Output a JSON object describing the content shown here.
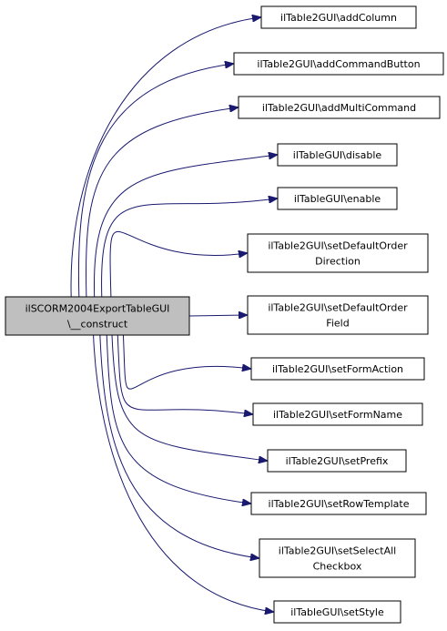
{
  "source": {
    "lines": [
      "ilSCORM2004ExportTableGUI",
      "\\__construct"
    ]
  },
  "targets": [
    {
      "id": "addColumn",
      "lines": [
        "ilTable2GUI\\addColumn"
      ]
    },
    {
      "id": "addCommandButton",
      "lines": [
        "ilTable2GUI\\addCommandButton"
      ]
    },
    {
      "id": "addMultiCommand",
      "lines": [
        "ilTable2GUI\\addMultiCommand"
      ]
    },
    {
      "id": "disable",
      "lines": [
        "ilTableGUI\\disable"
      ]
    },
    {
      "id": "enable",
      "lines": [
        "ilTableGUI\\enable"
      ]
    },
    {
      "id": "setDefaultOrderDirection",
      "lines": [
        "ilTable2GUI\\setDefaultOrder",
        "Direction"
      ]
    },
    {
      "id": "setDefaultOrderField",
      "lines": [
        "ilTable2GUI\\setDefaultOrder",
        "Field"
      ]
    },
    {
      "id": "setFormAction",
      "lines": [
        "ilTable2GUI\\setFormAction"
      ]
    },
    {
      "id": "setFormName",
      "lines": [
        "ilTable2GUI\\setFormName"
      ]
    },
    {
      "id": "setPrefix",
      "lines": [
        "ilTable2GUI\\setPrefix"
      ]
    },
    {
      "id": "setRowTemplate",
      "lines": [
        "ilTable2GUI\\setRowTemplate"
      ]
    },
    {
      "id": "setSelectAllCheckbox",
      "lines": [
        "ilTable2GUI\\setSelectAll",
        "Checkbox"
      ]
    },
    {
      "id": "setStyle",
      "lines": [
        "ilTableGUI\\setStyle"
      ]
    }
  ],
  "colors": {
    "source_fill": "#bfbfbf",
    "node_fill": "#ffffff",
    "border": "#000000",
    "edge": "#191970"
  }
}
